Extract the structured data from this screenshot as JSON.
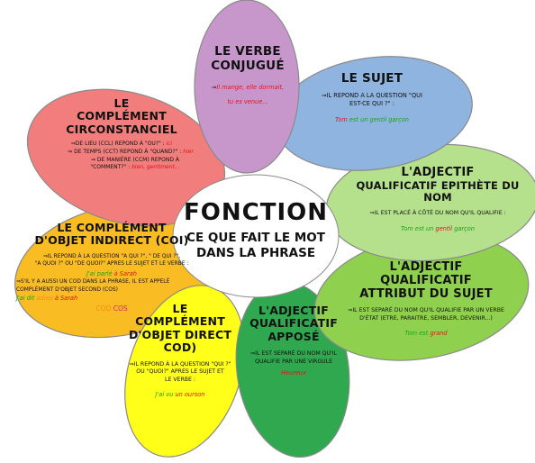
{
  "center": {
    "title": "FONCTION",
    "subtitle1": "CE QUE FAIT LE MOT",
    "subtitle2": "DANS LA PHRASE"
  },
  "petals": {
    "verbe": {
      "color": "#c797cc",
      "title1": "LE VERBE",
      "title2": "CONJUGUÉ",
      "example1": "Il mange, elle dormait,",
      "example2": "tu es venue..."
    },
    "sujet": {
      "color": "#8fb4e0",
      "title": "LE SUJET",
      "line1": "⇒IL REPOND A LA QUESTION \"QUI",
      "line2": "EST-CE QUI ?\" :",
      "ex_before": "Tom",
      "ex_after": " est un gentil garçon"
    },
    "epithete": {
      "color": "#b5e08c",
      "title1": "L'ADJECTIF",
      "title2": "QUALIFICATIF EPITHÈTE DU NOM",
      "line1": "⇒IL EST PLACÉ À CÔTÉ DU NOM QU'IL QUALIFIE :",
      "ex_before": "Tom est un ",
      "ex_red": "gentil",
      "ex_after": " garçon"
    },
    "attribut": {
      "color": "#8fd14f",
      "title1": "L'ADJECTIF",
      "title2": "QUALIFICATIF",
      "title3": "ATTRIBUT DU SUJET",
      "line1": "⇒IL EST SEPARÉ DU NOM QU'IL QUALIFIE PAR UN VERBE",
      "line2": "D'ÉTAT (ETRE, PARAITRE, SEMBLER, DEVENIR...)",
      "ex_before": "Tom est ",
      "ex_red": "grand"
    },
    "appose": {
      "color": "#2fa84f",
      "title1": "L'ADJECTIF",
      "title2": "QUALIFICATIF",
      "title3": "APPOSÉ",
      "line1": "⇒IL EST SEPARÉ DU NOM QU'IL",
      "line2": "QUALIFIE PAR UNE VIRGULE",
      "ex_red": "Heureux"
    },
    "cod": {
      "color": "#ffff1a",
      "title1": "LE",
      "title2": "COMPLÉMENT",
      "title3": "D'OBJET DIRECT",
      "title4": "COD)",
      "line1": "⇒IL REPOND À LA QUESTION \"QUI ?\"",
      "line2": "OU    \"QUOI?\" APRES LE SUJET ET",
      "line3": "LE VERBE :",
      "ex_before": "J'ai vu ",
      "ex_red": "un ourson"
    },
    "coi": {
      "color": "#f9bd23",
      "title1": "LE COMPLÉMENT",
      "title2": "D'OBJET INDIRECT (COI)",
      "line1": "⇒IL REPOND À LA QUESTION \"A QUI ?\", \" DE QUI ?\",",
      "line2": "\"A QUOI ?\" OU   \"DE QUOI?\" APRES LE SUJET ET LE VERBE :",
      "ex1_before": "J'ai parlé ",
      "ex1_red": "à Sarah",
      "line3": "⇒S'IL Y A AUSSI UN COD DANS LA PHRASE, IL EST APPELÉ",
      "line4": "COMPLÉMENT D'OBJET SECOND (COS)",
      "ex2_before": "J'ai dit ",
      "ex2_orange": "adieu",
      "ex2_mid": " ",
      "ex2_red": "à Sarah",
      "legend_cod": "COD",
      "legend_cos": "COS"
    },
    "ccl": {
      "color": "#f27d7d",
      "title1": "LE",
      "title2": "COMPLÉMENT",
      "title3": "CIRCONSTANCIEL",
      "l1": "⇒DE LIEU (CCL) REPOND À \"OU?\" : ",
      "l1_ex": "ici",
      "l2": "⇒ DE TEMPS (CCT) REPOND À \"QUAND?\" : ",
      "l2_ex": "hier",
      "l3": "⇒ DE MANIÈRE (CCM) REPOND À",
      "l4": "\"COMMENT?\" : ",
      "l4_ex": "bien, gentiment..."
    }
  }
}
